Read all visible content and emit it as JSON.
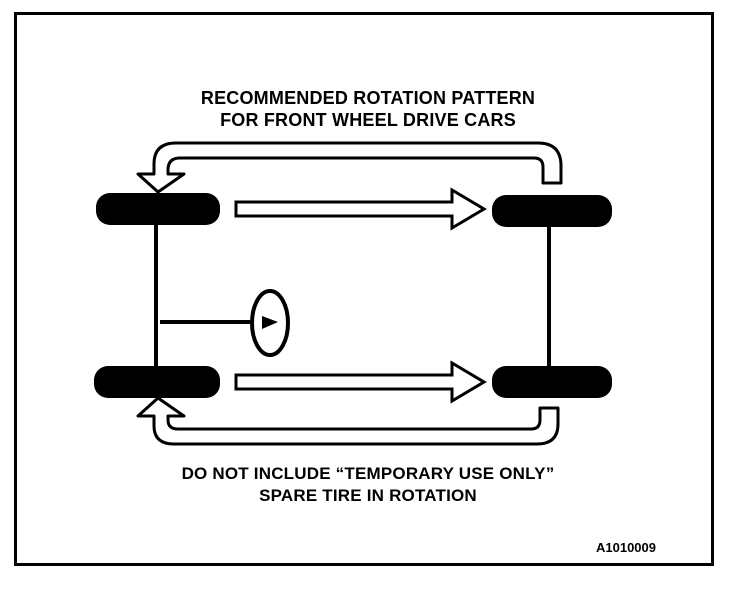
{
  "title": {
    "line1": "RECOMMENDED ROTATION PATTERN",
    "line2": "FOR FRONT WHEEL DRIVE CARS"
  },
  "note": {
    "line1": "DO NOT INCLUDE “TEMPORARY USE ONLY”",
    "line2": "SPARE TIRE IN ROTATION"
  },
  "figure_code": "A1010009",
  "colors": {
    "ink": "#000000",
    "paper": "#ffffff"
  }
}
